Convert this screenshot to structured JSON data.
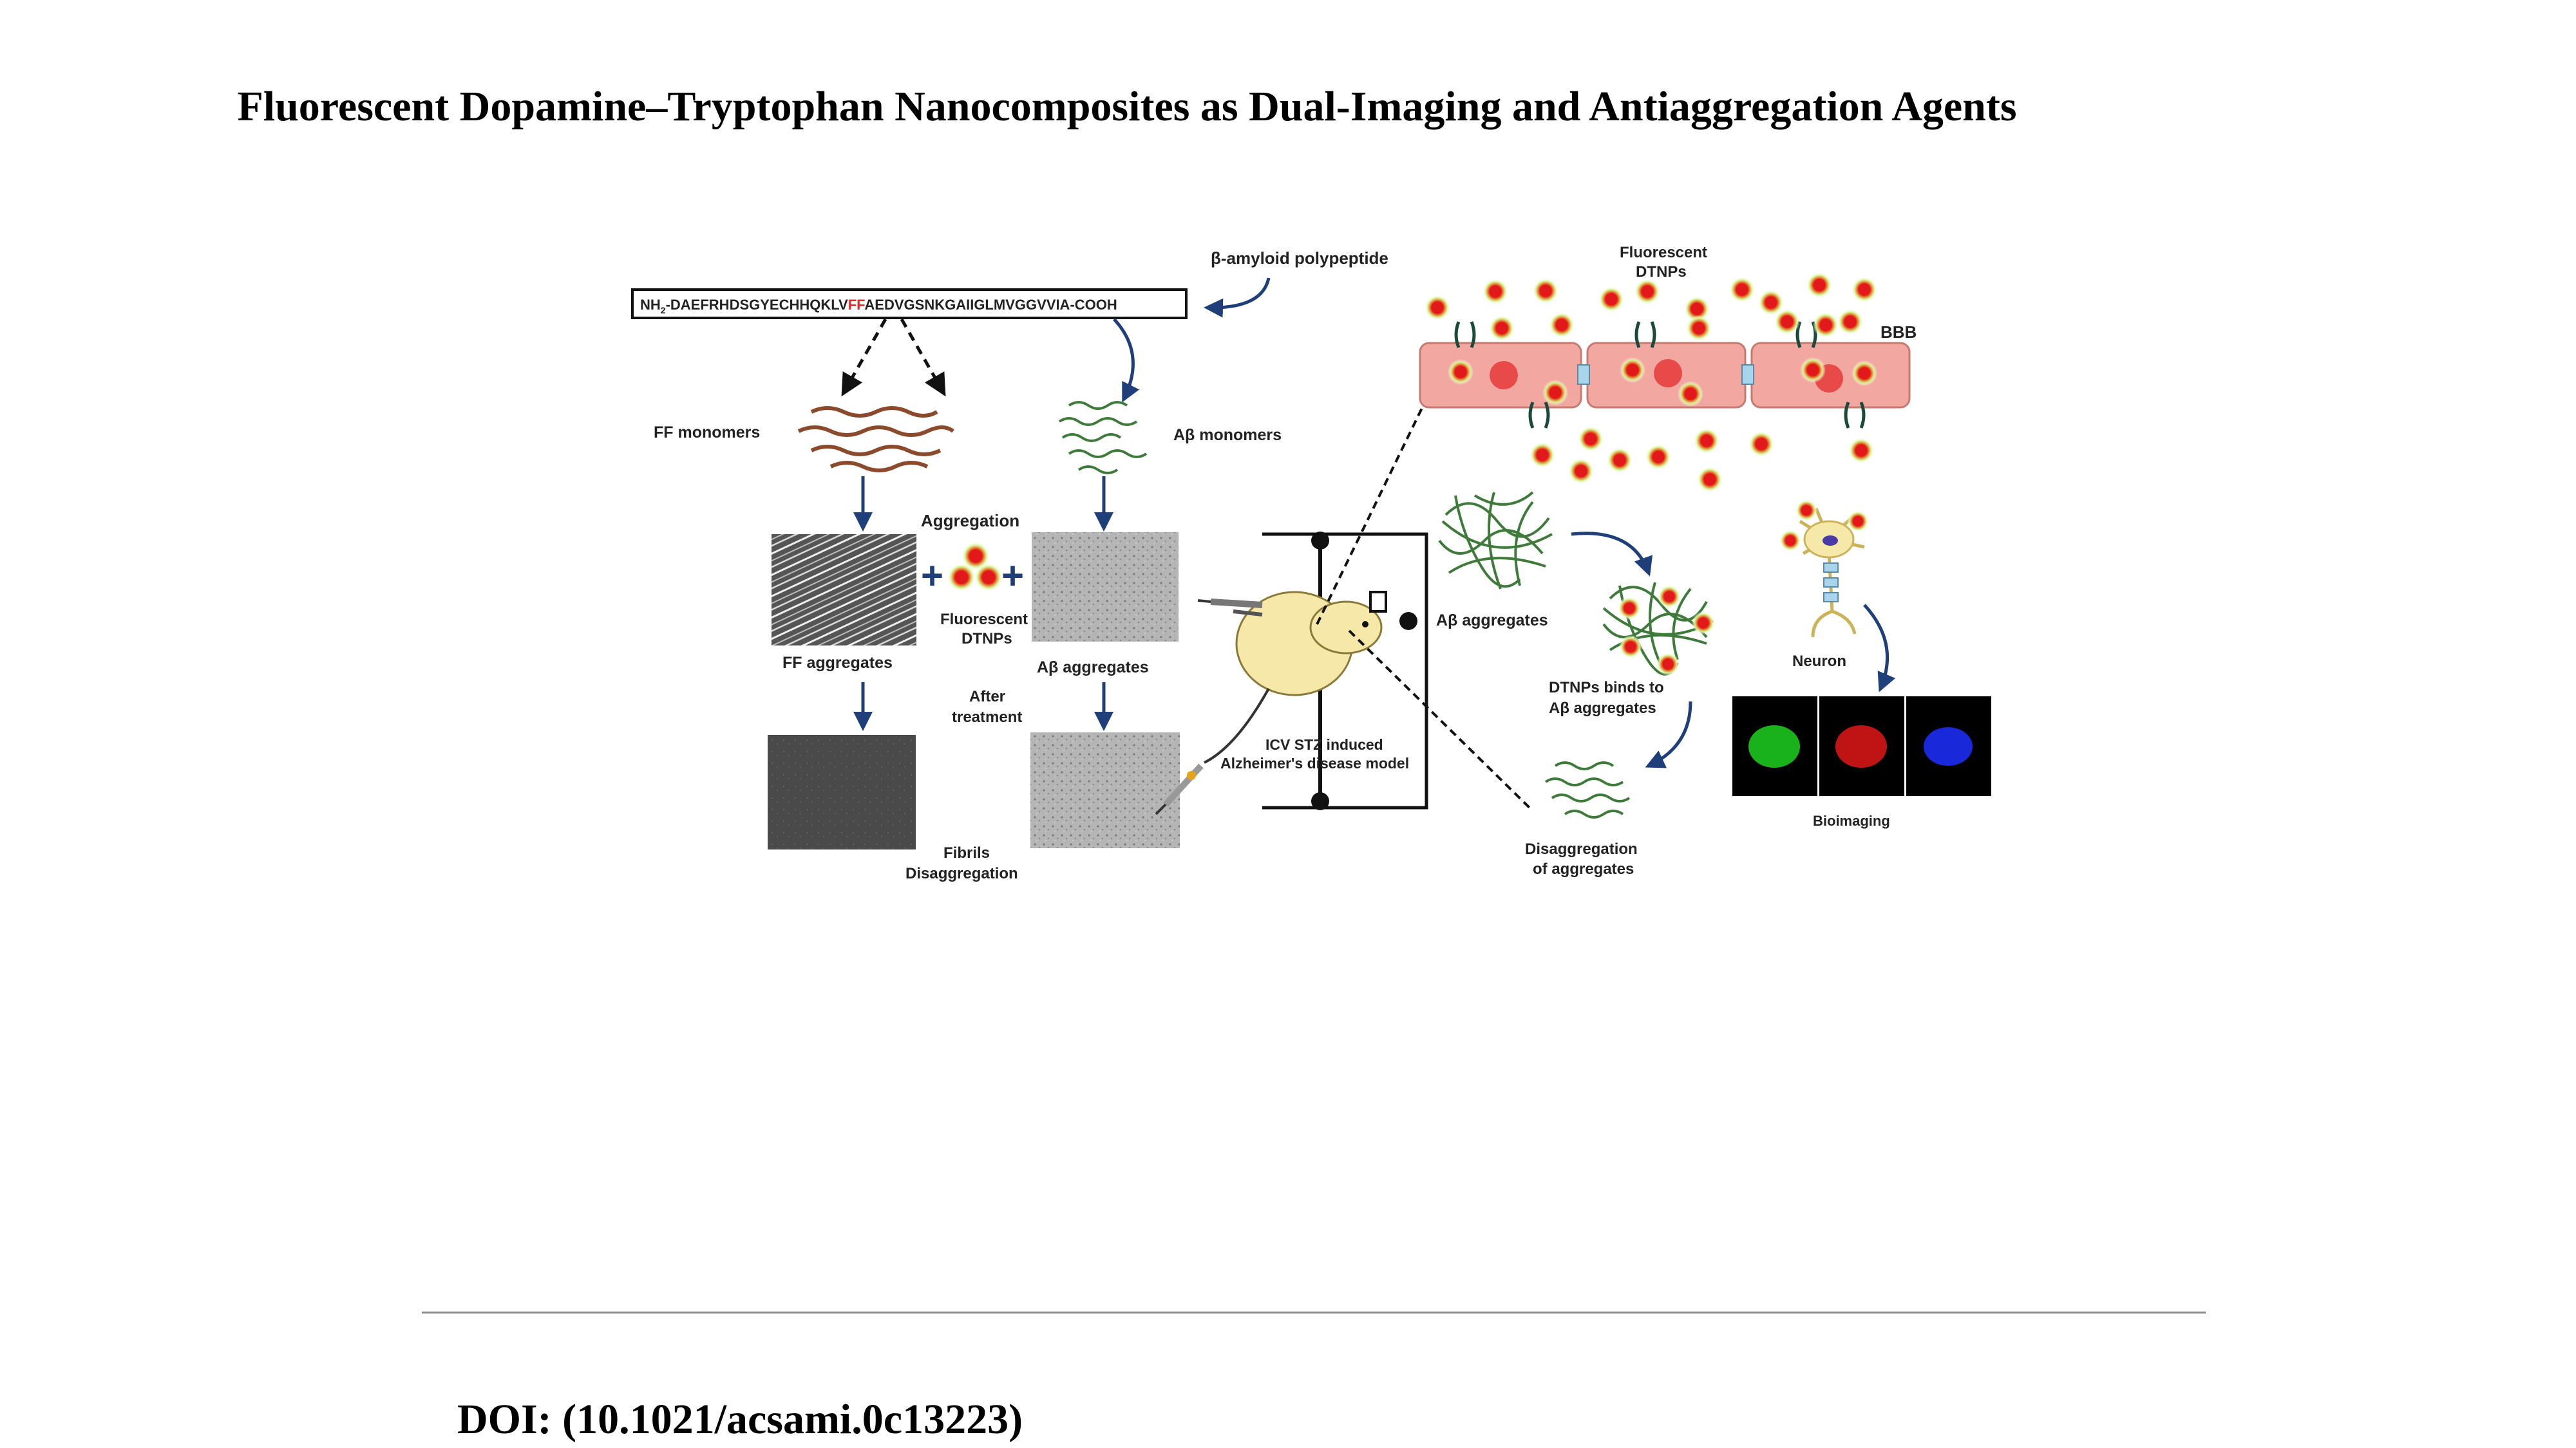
{
  "title": "Fluorescent Dopamine–Tryptophan Nanocomposites as Dual-Imaging and Antiaggregation Agents",
  "doi": "DOI: (10.1021/acsami.0c13223)",
  "figure": {
    "sequence": {
      "prefix": "NH",
      "subscript": "2",
      "before": "-DAEFRHDSGYECHHQKLV",
      "highlight": "FF",
      "after": "AEDVGSNKGAIIGLMVGGVVIA-COOH"
    },
    "highlight_color": "#e8262a",
    "labels": {
      "polypeptide": "β-amyloid polypeptide",
      "ff_monomers": "FF monomers",
      "ab_monomers": "Aβ monomers",
      "aggregation": "Aggregation",
      "fluorescent_dtnps_mid_1": "Fluorescent",
      "fluorescent_dtnps_mid_2": "DTNPs",
      "ff_aggregates": "FF aggregates",
      "ab_aggregates_mid": "Aβ aggregates",
      "after_treatment_1": "After",
      "after_treatment_2": "treatment",
      "fibrils_1": "Fibrils",
      "fibrils_2": "Disaggregation",
      "icv_1": "ICV STZ induced",
      "icv_2": "Alzheimer's disease model",
      "fluorescent_top_1": "Fluorescent",
      "fluorescent_top_2": "DTNPs",
      "bbb": "BBB",
      "ab_aggregates_right": "Aβ aggregates",
      "neuron": "Neuron",
      "binds_1": "DTNPs binds to",
      "binds_2": "Aβ aggregates",
      "disagg_1": "Disaggregation",
      "disagg_2": "of aggregates",
      "bioimaging": "Bioimaging",
      "plus": "+"
    },
    "colors": {
      "ff_monomer": "#8b4a2b",
      "ab_monomer": "#3e7a3a",
      "nanoparticle": "#e1191b",
      "nanoparticle_halo": "#d6f08a",
      "cell": "#f2a8a0",
      "arrow": "#1f3f7a",
      "bio_green": "#1fd11f",
      "bio_red": "#e01818",
      "bio_blue": "#1c2cf0"
    }
  }
}
